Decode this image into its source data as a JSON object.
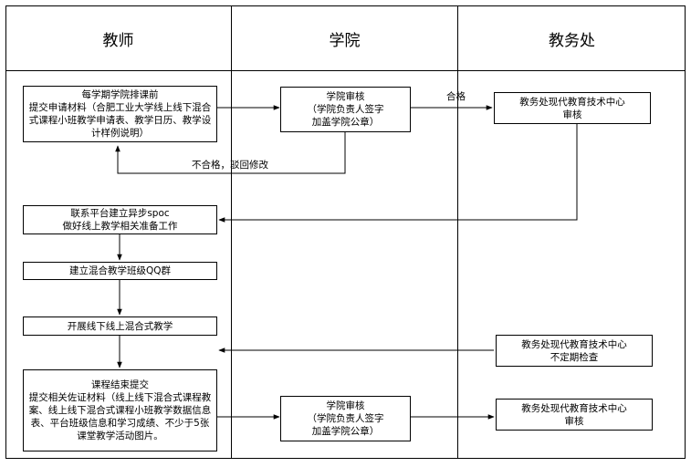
{
  "headers": {
    "teacher": "教师",
    "college": "学院",
    "academic_affairs": "教务处"
  },
  "boxes": {
    "apply": "每学期学院排课前\n提交申请材料（合肥工业大学线上线下混合式课程小班教学申请表、教学日历、教学设计样例说明）",
    "college_review_1": "学院审核\n（学院负责人签字\n加盖学院公章）",
    "center_review_1": "教务处现代教育技术中心\n审核",
    "spoc": "联系平台建立异步spoc\n做好线上教学相关准备工作",
    "qq_group": "建立混合教学班级QQ群",
    "start_teaching": "开展线下线上混合式教学",
    "center_inspect": "教务处现代教育技术中心\n不定期检查",
    "submit_evidence": "课程结束提交\n提交相关佐证材料（线上线下混合式课程教案、线上线下混合式课程小班教学数据信息表、平台班级信息和学习成绩、不少于5张课堂教学活动图片。",
    "college_review_2": "学院审核\n（学院负责人签字\n加盖学院公章）",
    "center_review_2": "教务处现代教育技术中心\n审核"
  },
  "labels": {
    "pass": "合格",
    "fail": "不合格，驳回修改"
  }
}
